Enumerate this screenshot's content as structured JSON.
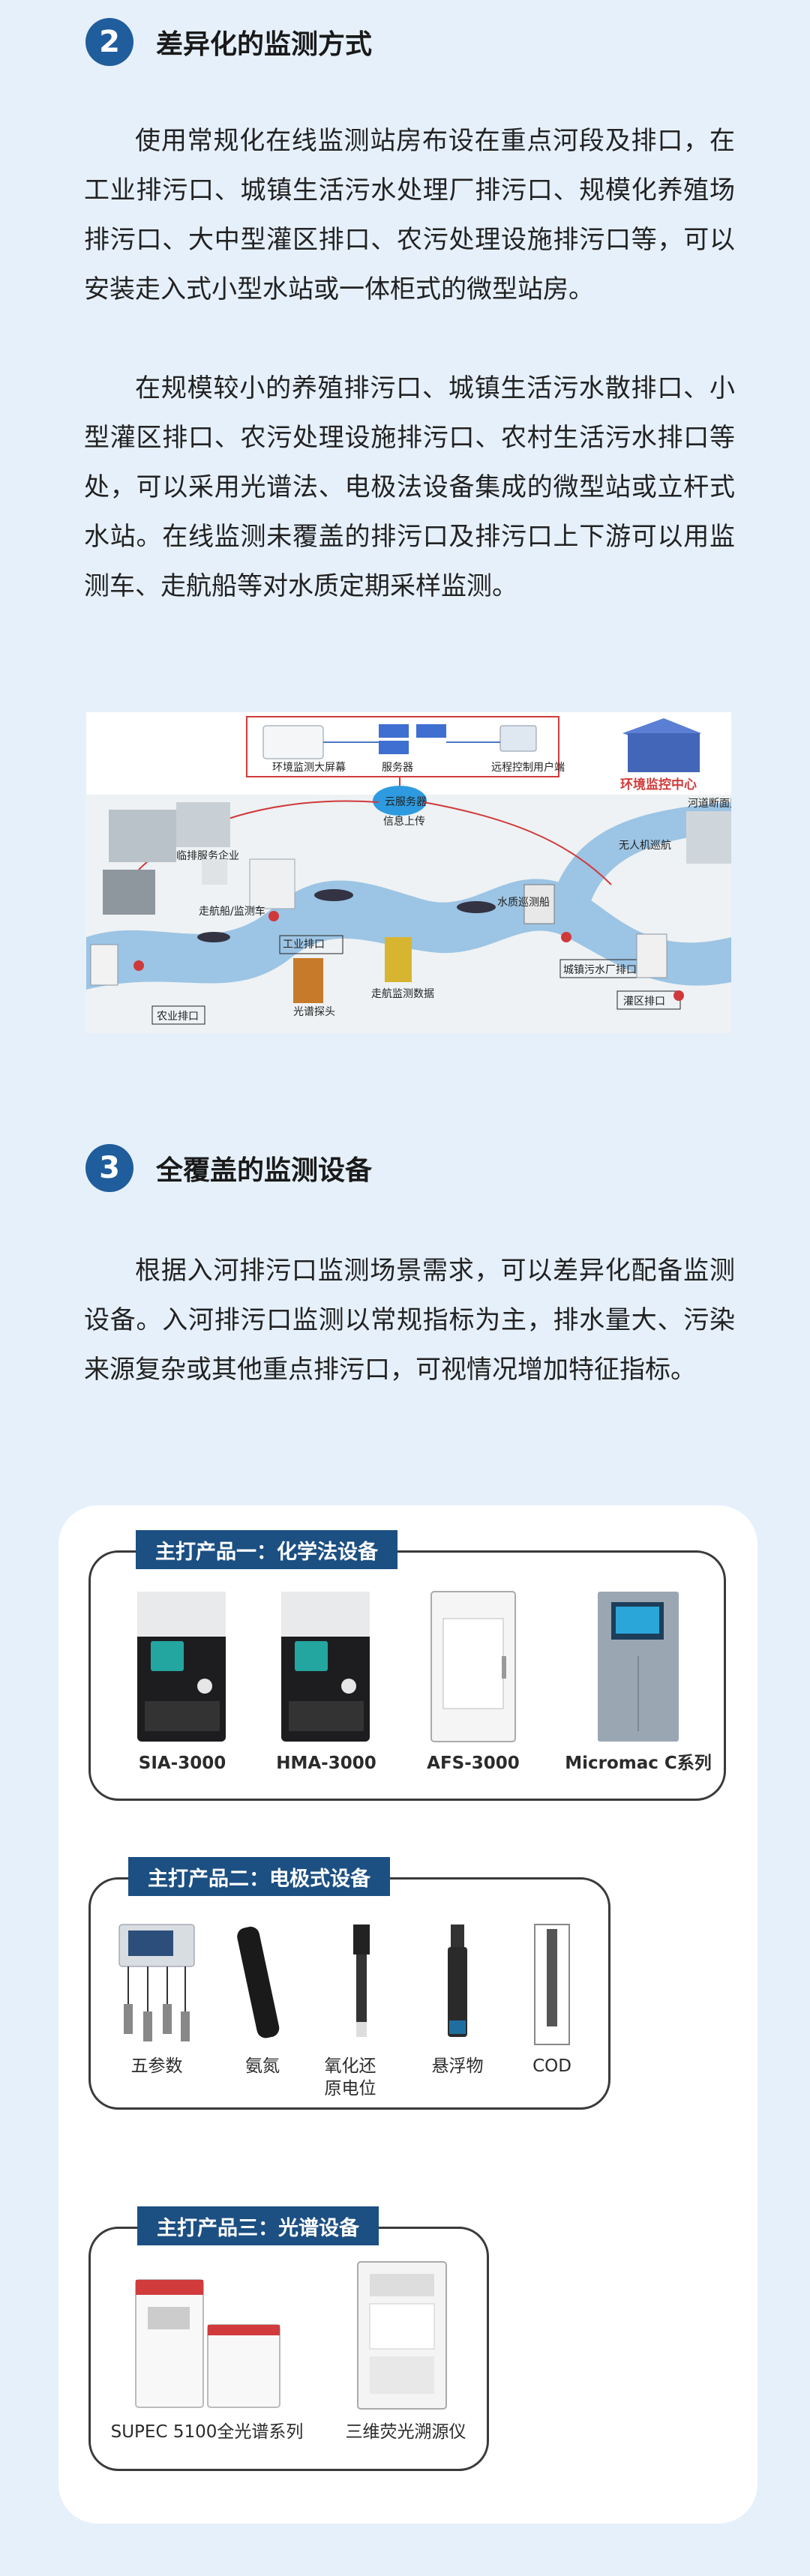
{
  "section2": {
    "number": "2",
    "title": "差异化的监测方式",
    "p1": "使用常规化在线监测站房布设在重点河段及排口，在工业排污口、城镇生活污水处理厂排污口、规模化养殖场排污口、大中型灌区排口、农污处理设施排污口等，可以安装走入式小型水站或一体柜式的微型站房。",
    "p2": "在规模较小的养殖排污口、城镇生活污水散排口、小型灌区排口、农污处理设施排污口、农村生活污水排口等处，可以采用光谱法、电极法设备集成的微型站或立杆式水站。在线监测未覆盖的排污口及排污口上下游可以用监测车、走航船等对水质定期采样监测。"
  },
  "diagram": {
    "labels": {
      "server1": "环境监测大屏幕",
      "server2": "服务器",
      "server3": "远程控制用户端",
      "cloud": "云服务器",
      "transfer": "信息上传",
      "center": "环境监控中心",
      "enterprise": "临排服务企业",
      "industrial": "工业排口",
      "urban": "城镇污水厂排口",
      "irrigation": "灌区排口",
      "rural": "农业排口",
      "truck": "走航船/监测车",
      "boat": "水质巡测船",
      "station": "河道断面监测",
      "drone": "无人机巡航",
      "probe": "光谱探头",
      "heatmap": "走航监测数据"
    }
  },
  "section3": {
    "number": "3",
    "title": "全覆盖的监测设备",
    "p1": "根据入河排污口监测场景需求，可以差异化配备监测设备。入河排污口监测以常规指标为主，排水量大、污染来源复杂或其他重点排污口，可视情况增加特征指标。"
  },
  "products": {
    "group1": {
      "title": "主打产品一：化学法设备",
      "items": [
        "SIA-3000",
        "HMA-3000",
        "AFS-3000",
        "Micromac C系列"
      ]
    },
    "group2": {
      "title": "主打产品二：电极式设备",
      "items": [
        "五参数",
        "氨氮",
        "氧化还原电位",
        "悬浮物",
        "COD"
      ]
    },
    "group3": {
      "title": "主打产品三：光谱设备",
      "items": [
        "SUPEC 5100全光谱系列",
        "三维荧光溯源仪"
      ]
    }
  },
  "colors": {
    "badge": "#1f5d9c",
    "group_title": "#1c4f82",
    "background": "#e6f0fb",
    "river": "#9cc4e4",
    "flow_arrow": "#d0393b"
  }
}
